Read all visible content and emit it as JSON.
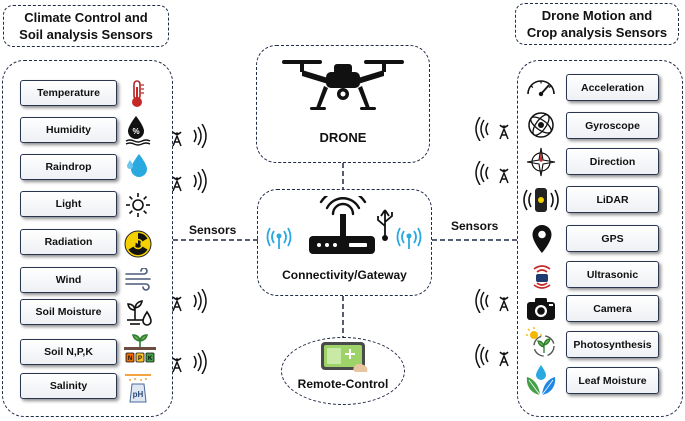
{
  "left_group": {
    "title_line1": "Climate Control and",
    "title_line2": "Soil analysis Sensors",
    "sensors": [
      "Temperature",
      "Humidity",
      "Raindrop",
      "Light",
      "Radiation",
      "Wind",
      "Soil Moisture",
      "Soil N,P,K",
      "Salinity"
    ]
  },
  "right_group": {
    "title_line1": "Drone Motion and",
    "title_line2": "Crop analysis Sensors",
    "sensors": [
      "Acceleration",
      "Gyroscope",
      "Direction",
      "LiDAR",
      "GPS",
      "Ultrasonic",
      "Camera",
      "Photosynthesis",
      "Leaf Moisture"
    ]
  },
  "center": {
    "drone_label": "DRONE",
    "gateway_label": "Connectivity/Gateway",
    "remote_label": "Remote-Control",
    "sensors_left_label": "Sensors",
    "sensors_right_label": "Sensors",
    "ph_text": "pH",
    "percent_text": "%"
  }
}
